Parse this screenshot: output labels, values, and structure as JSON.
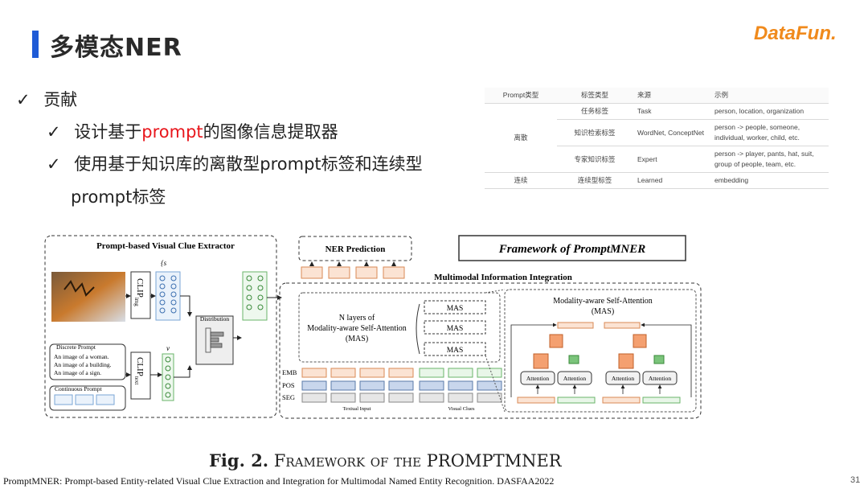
{
  "header": {
    "title": "多模态NER",
    "logo": "DataFun."
  },
  "bullets": {
    "l1": "贡献",
    "l2a_pre": "设计基于",
    "l2a_hl": "prompt",
    "l2a_post": "的图像信息提取器",
    "l2b_line1": "使用基于知识库的离散型prompt标签和连续型",
    "l2b_line2": "prompt标签",
    "check": "✓"
  },
  "table": {
    "headers": [
      "Prompt类型",
      "标签类型",
      "来源",
      "示例"
    ],
    "group_discrete": "离散",
    "rows": [
      {
        "label": "任务标签",
        "source": "Task",
        "example": "person, location, organization"
      },
      {
        "label": "知识检索标签",
        "source": "WordNet, ConceptNet",
        "example": "person -> people, someone, individual, worker, child, etc."
      },
      {
        "label": "专家知识标签",
        "source": "Expert",
        "example": "person -> player, pants, hat, suit, group of people, team, etc."
      }
    ],
    "continuous": {
      "type": "连续",
      "label": "连续型标签",
      "source": "Learned",
      "example": "embedding"
    }
  },
  "figure": {
    "extractor_title": "Prompt-based Visual Clue Extractor",
    "clip_img": "CLIP",
    "clip_img_sub": "img",
    "clip_text": "CLIP",
    "clip_text_sub": "text",
    "s_label": "{s",
    "distribution": "Distribution",
    "v_label": "v",
    "discrete_prompt": "Discrete Prompt",
    "prompt_lines": [
      "An image of a woman.",
      "An image of a building.",
      "An image of a sign."
    ],
    "continuous_prompt": "Continuous Prompt",
    "ner_prediction": "NER Prediction",
    "framework": "Framework of PromptMNER",
    "mii": "Multimodal Information Integration",
    "n_layers": [
      "N layers of",
      "Modality-aware Self-Attention",
      "(MAS)"
    ],
    "mas": "MAS",
    "emb": "EMB",
    "pos": "POS",
    "seg": "SEG",
    "textual_input": "Textual Input",
    "visual_clues": "Visual Clues",
    "mas_detail_title": [
      "Modality-aware Self-Attention",
      "(MAS)"
    ],
    "attention": "Attention"
  },
  "caption": {
    "prefix": "Fig. 2.",
    "text": " Framework of the PROMPTMNER"
  },
  "footer": {
    "citation": "PromptMNER: Prompt-based Entity-related Visual Clue Extraction and Integration for Multimodal Named Entity Recognition. DASFAA2022",
    "page": "31"
  },
  "colors": {
    "accent": "#1f5bd6",
    "highlight": "#e8161c",
    "logo": "#f08a1c"
  }
}
